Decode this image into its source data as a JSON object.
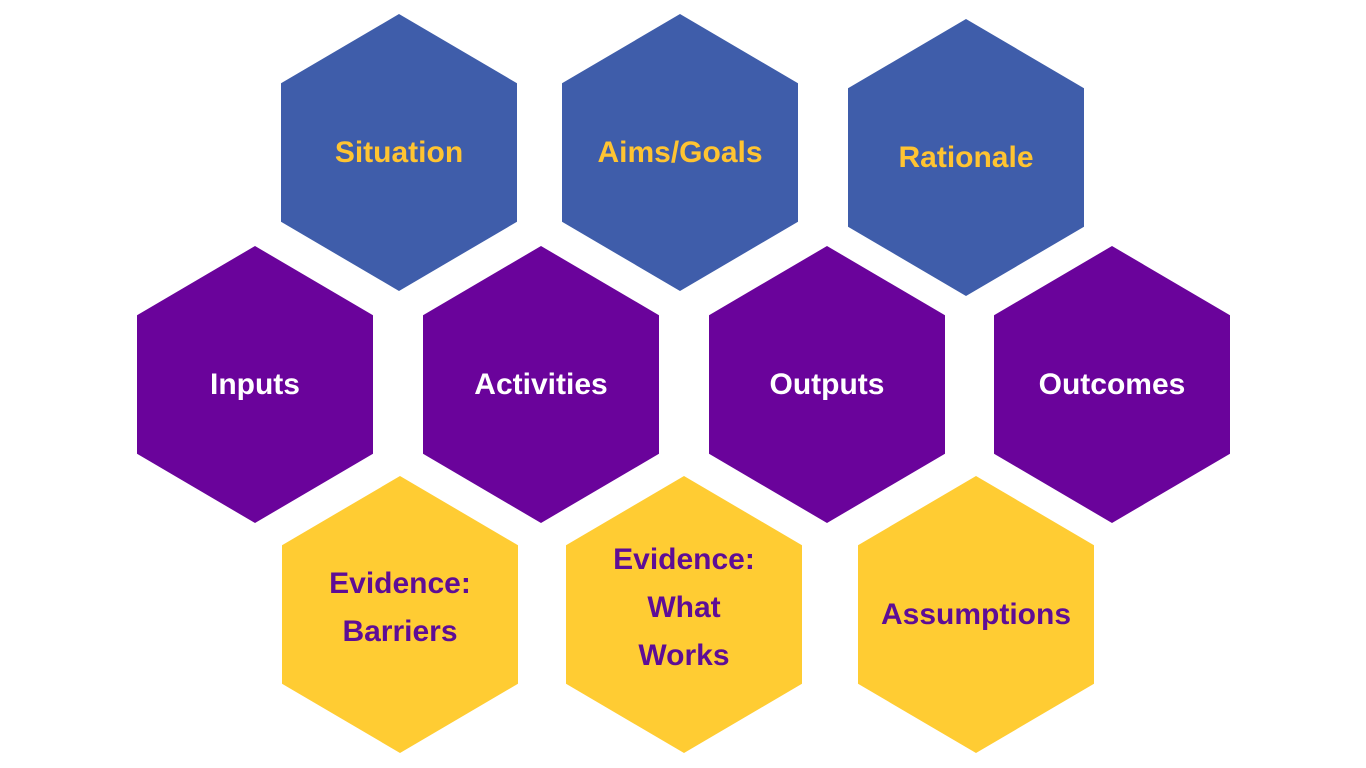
{
  "colors": {
    "background": "#FFFFFF",
    "blue": "#3F5DAA",
    "purple": "#6A039B",
    "gold": "#FFCC33",
    "gold_text": "#FFC431",
    "white_text": "#FFFFFF",
    "purple_text": "#5E0D96"
  },
  "hexagons": {
    "situation": {
      "label": "Situation"
    },
    "aims_goals": {
      "label": "Aims/Goals"
    },
    "rationale": {
      "label": "Rationale"
    },
    "inputs": {
      "label": "Inputs"
    },
    "activities": {
      "label": "Activities"
    },
    "outputs": {
      "label": "Outputs"
    },
    "outcomes": {
      "label": "Outcomes"
    },
    "evidence_barriers": {
      "label": "Evidence:\nBarriers"
    },
    "evidence_what_works": {
      "label": "Evidence:\nWhat\nWorks"
    },
    "assumptions": {
      "label": "Assumptions"
    }
  }
}
